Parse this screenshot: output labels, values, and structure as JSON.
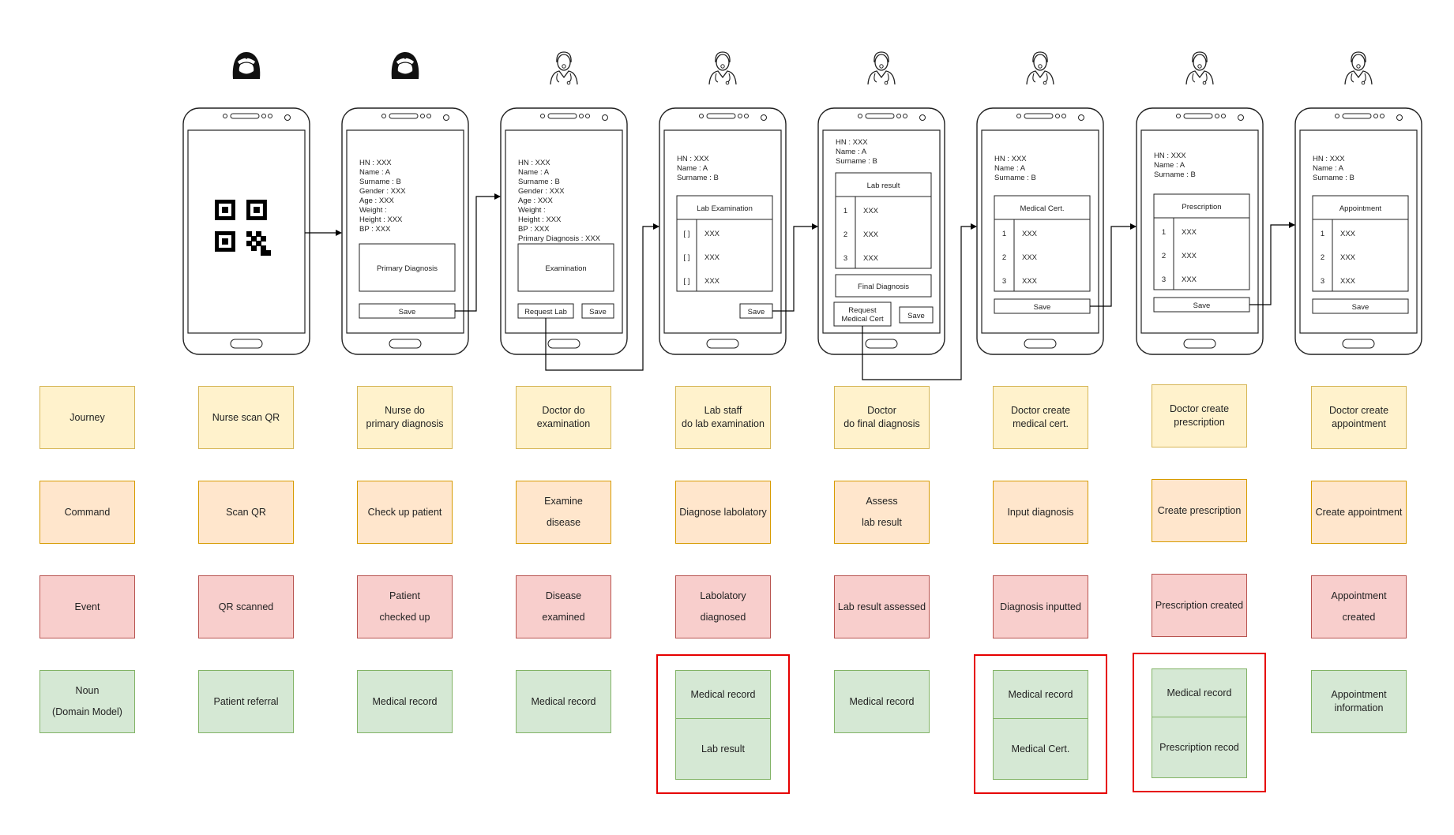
{
  "colors": {
    "journey": "#fff2cc",
    "command": "#ffe6cc",
    "event": "#f8cecc",
    "noun": "#d5e8d4",
    "highlight": "#e60000"
  },
  "actors": [
    "nurse-icon",
    "nurse-icon",
    "doctor-icon",
    "doctor-icon",
    "doctor-icon",
    "doctor-icon",
    "doctor-icon",
    "doctor-icon"
  ],
  "phones": [
    {
      "type": "qr"
    },
    {
      "type": "form",
      "fields": [
        "HN : XXX",
        "Name : A",
        "Surname : B",
        "Gender : XXX",
        "Age : XXX",
        "Weight :",
        "Height : XXX",
        "BP : XXX"
      ],
      "box": "Primary Diagnosis",
      "buttons": [
        "Save"
      ]
    },
    {
      "type": "form",
      "fields": [
        "HN : XXX",
        "Name : A",
        "Surname : B",
        "Gender : XXX",
        "Age : XXX",
        "Weight :",
        "Height : XXX",
        "BP : XXX",
        "Primary Diagnosis : XXX"
      ],
      "box": "Examination",
      "buttons": [
        "Request Lab",
        "Save"
      ]
    },
    {
      "type": "table",
      "fields": [
        "HN : XXX",
        "Name : A",
        "Surname : B"
      ],
      "table_title": "Lab Examination",
      "row_labels": [
        "[ ]",
        "[ ]",
        "[ ]"
      ],
      "rows": [
        "XXX",
        "XXX",
        "XXX"
      ],
      "buttons": [
        "Save"
      ]
    },
    {
      "type": "table",
      "fields": [
        "HN : XXX",
        "Name : A",
        "Surname : B"
      ],
      "table_title": "Lab result",
      "row_labels": [
        "1",
        "2",
        "3"
      ],
      "rows": [
        "XXX",
        "XXX",
        "XXX"
      ],
      "extra_box": "Final Diagnosis",
      "buttons": [
        "Request\nMedical Cert",
        "Save"
      ]
    },
    {
      "type": "table",
      "fields": [
        "HN : XXX",
        "Name : A",
        "Surname : B"
      ],
      "table_title": "Medical Cert.",
      "row_labels": [
        "1",
        "2",
        "3"
      ],
      "rows": [
        "XXX",
        "XXX",
        "XXX"
      ],
      "buttons": [
        "Save"
      ]
    },
    {
      "type": "table",
      "fields": [
        "HN : XXX",
        "Name : A",
        "Surname : B"
      ],
      "table_title": "Prescription",
      "row_labels": [
        "1",
        "2",
        "3"
      ],
      "rows": [
        "XXX",
        "XXX",
        "XXX"
      ],
      "buttons": [
        "Save"
      ]
    },
    {
      "type": "table",
      "fields": [
        "HN : XXX",
        "Name : A",
        "Surname : B"
      ],
      "table_title": "Appointment",
      "row_labels": [
        "1",
        "2",
        "3"
      ],
      "rows": [
        "XXX",
        "XXX",
        "XXX"
      ],
      "buttons": [
        "Save"
      ]
    }
  ],
  "rows": {
    "journey": [
      "Journey",
      "Nurse scan QR",
      "Nurse do\nprimary diagnosis",
      "Doctor do\nexamination",
      "Lab staff\ndo lab examination",
      "Doctor\ndo final diagnosis",
      "Doctor create\nmedical cert.",
      "Doctor create\nprescription",
      "Doctor create\nappointment"
    ],
    "command": [
      "Command",
      "Scan QR",
      "Check up patient",
      "Examine\ndisease",
      "Diagnose labolatory",
      "Assess\nlab result",
      "Input diagnosis",
      "Create prescription",
      "Create appointment"
    ],
    "event": [
      "Event",
      "QR scanned",
      "Patient\nchecked up",
      "Disease\nexamined",
      "Labolatory\ndiagnosed",
      "Lab result assessed",
      "Diagnosis inputted",
      "Prescription created",
      "Appointment\ncreated"
    ],
    "noun": [
      "Noun\n(Domain Model)",
      "Patient referral",
      "Medical record",
      "Medical record",
      [
        "Medical record",
        "Lab result"
      ],
      "Medical record",
      [
        "Medical record",
        "Medical Cert."
      ],
      [
        "Medical record",
        "Prescription recod"
      ],
      "Appointment\ninformation"
    ]
  }
}
